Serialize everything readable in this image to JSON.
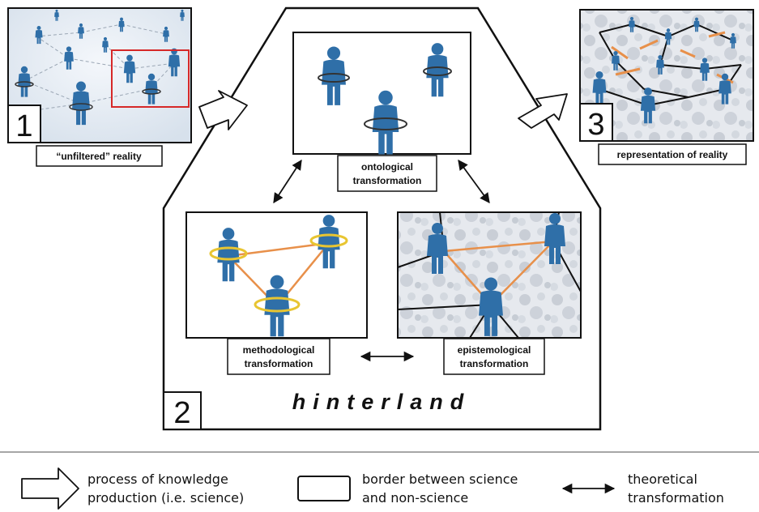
{
  "panels": {
    "reality": {
      "number": "1",
      "label": "“unfiltered” reality"
    },
    "hinterland": {
      "number": "2",
      "title": "hinterland",
      "ontological_line1": "ontological",
      "ontological_line2": "transformation",
      "methodological_line1": "methodological",
      "methodological_line2": "transformation",
      "epistemological_line1": "epistemological",
      "epistemological_line2": "transformation"
    },
    "representation": {
      "number": "3",
      "label": "representation of reality"
    }
  },
  "legend": {
    "process_line1": "process of knowledge",
    "process_line2": "production (i.e. science)",
    "border_line1": "border between science",
    "border_line2": "and non-science",
    "theory_line1": "theoretical",
    "theory_line2": "transformation"
  },
  "colors": {
    "figure": "#2f6fa8",
    "highlight_box": "#d62828",
    "ring": "#e8c531",
    "link": "#e8904a",
    "border": "#111111"
  },
  "icons": [
    "person-figure-icon",
    "process-arrow-icon",
    "border-box-icon",
    "double-arrow-icon"
  ]
}
